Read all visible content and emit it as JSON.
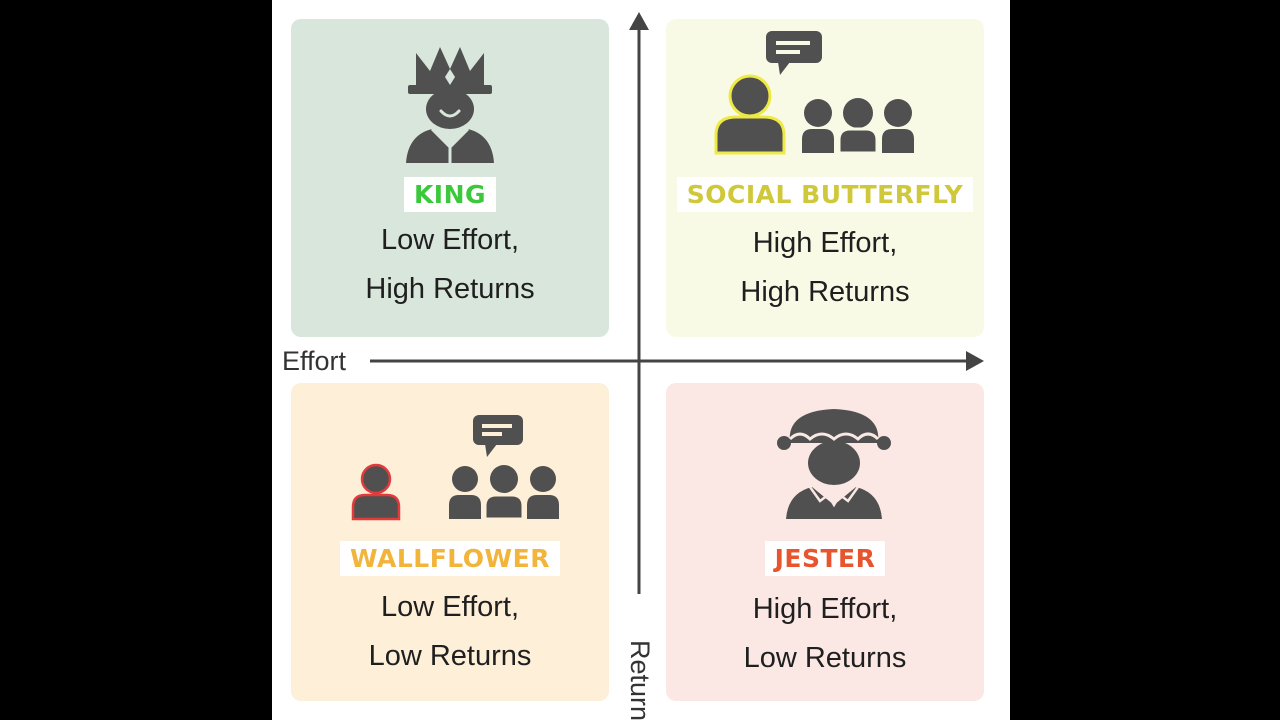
{
  "colors": {
    "page_background": "#000000",
    "canvas_background": "#ffffff",
    "icon": "#505050",
    "axis": "#444444",
    "king_background": "#d8e6dc",
    "social_background": "#f9fae6",
    "wallflower_background": "#fdefd8",
    "jester_background": "#fbe8e4",
    "king_title": "#3bc93b",
    "social_title": "#cfc83a",
    "wallflower_title": "#f2b43a",
    "jester_title": "#e7542d",
    "social_highlight": "#eeea45",
    "wallflower_highlight": "#e23b3b"
  },
  "axes": {
    "x_label": "Effort",
    "y_label": "Returns"
  },
  "quadrants": {
    "king": {
      "icon": "king-crown-icon",
      "title": "KING",
      "line1": "Low Effort,",
      "line2": "High Returns"
    },
    "social_butterfly": {
      "icon": "talking-to-group-icon",
      "title": "SOCIAL BUTTERFLY",
      "line1": "High Effort,",
      "line2": "High Returns"
    },
    "wallflower": {
      "icon": "alone-beside-group-icon",
      "title": "WALLFLOWER",
      "line1": "Low Effort,",
      "line2": "Low Returns"
    },
    "jester": {
      "icon": "jester-hat-icon",
      "title": "JESTER",
      "line1": "High Effort,",
      "line2": "Low Returns"
    }
  }
}
